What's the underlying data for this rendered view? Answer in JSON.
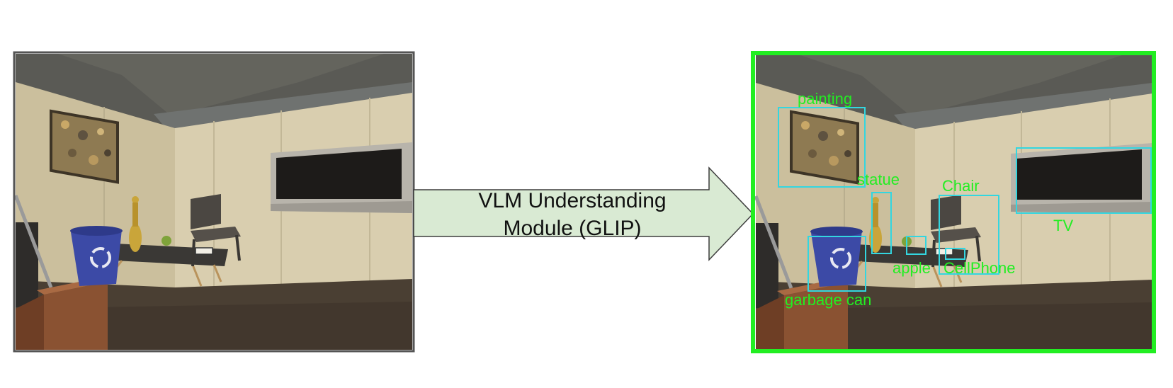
{
  "arrow": {
    "line1": "VLM Understanding",
    "line2": "Module (GLIP)"
  },
  "detections": {
    "painting": "painting",
    "statue": "statue",
    "chair": "Chair",
    "tv": "TV",
    "apple": "apple",
    "cellphone": "CellPhone",
    "garbage_can": "garbage can"
  },
  "colors": {
    "detection_box": "#33d6e0",
    "detection_label": "#22ee22",
    "output_frame": "#22ee22",
    "input_frame": "#555555",
    "arrow_fill": "#d9ead3"
  },
  "icons": {
    "recycle": "recycle-icon"
  }
}
